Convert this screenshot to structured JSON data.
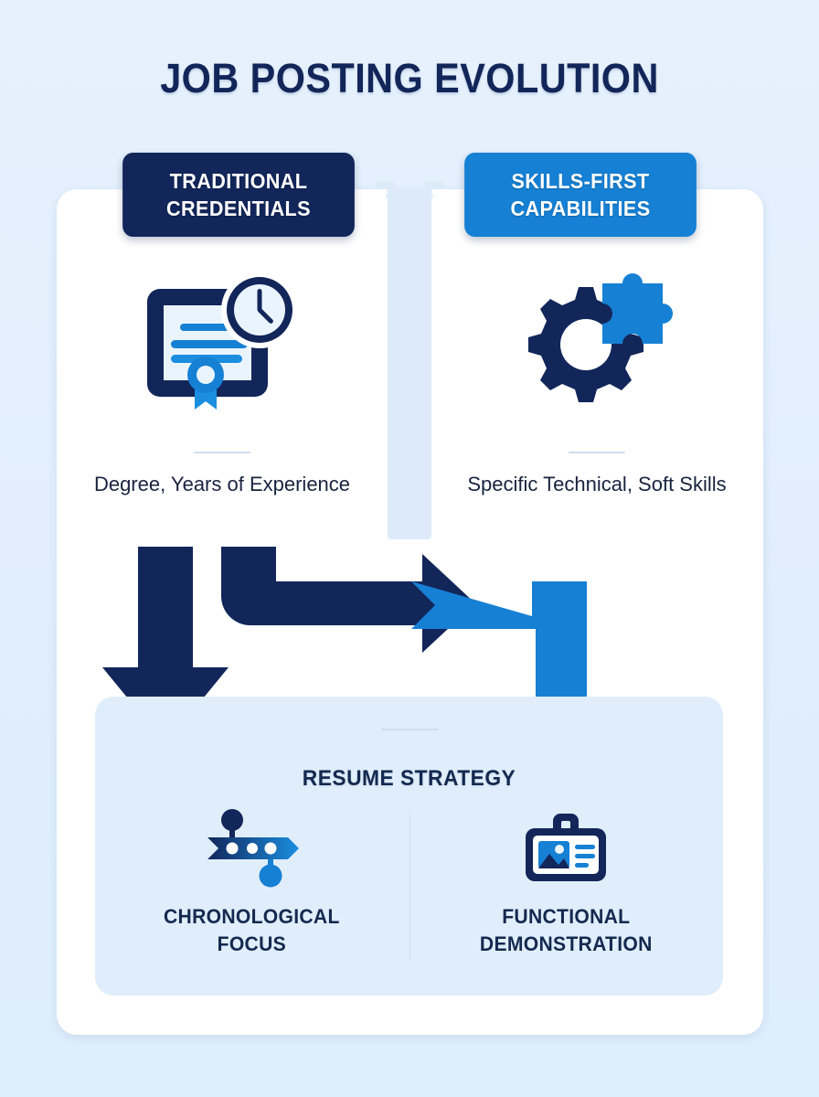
{
  "title": "JOB POSTING EVOLUTION",
  "colors": {
    "background": "#e3f0fc",
    "navy": "#12265a",
    "blue": "#1680d4",
    "card": "#ffffff",
    "panel": "#e0eefb"
  },
  "columns": [
    {
      "badge": "TRADITIONAL CREDENTIALS",
      "badge_line1": "TRADITIONAL",
      "badge_line2": "CREDENTIALS",
      "icon": "certificate-clock-icon",
      "caption": "Degree, Years of Experience"
    },
    {
      "badge": "SKILLS-FIRST CAPABILITIES",
      "badge_line1": "SKILLS-FIRST",
      "badge_line2": "CAPABILITIES",
      "icon": "gear-puzzle-icon",
      "caption": "Specific Technical, Soft Skills"
    }
  ],
  "arrows": [
    {
      "name": "navy-down-arrow",
      "color": "#12265a",
      "direction": "down"
    },
    {
      "name": "navy-elbow-right-arrow",
      "color": "#12265a",
      "direction": "down-then-right"
    },
    {
      "name": "blue-elbow-down-arrow",
      "color": "#1680d4",
      "direction": "right-then-down"
    }
  ],
  "bottom": {
    "title": "RESUME STRATEGY",
    "items": [
      {
        "icon": "timeline-icon",
        "label": "CHRONOLOGICAL FOCUS",
        "label_line1": "CHRONOLOGICAL",
        "label_line2": "FOCUS"
      },
      {
        "icon": "portfolio-icon",
        "label": "FUNCTIONAL DEMONSTRATION",
        "label_line1": "FUNCTIONAL",
        "label_line2": "DEMONSTRATION"
      }
    ]
  }
}
